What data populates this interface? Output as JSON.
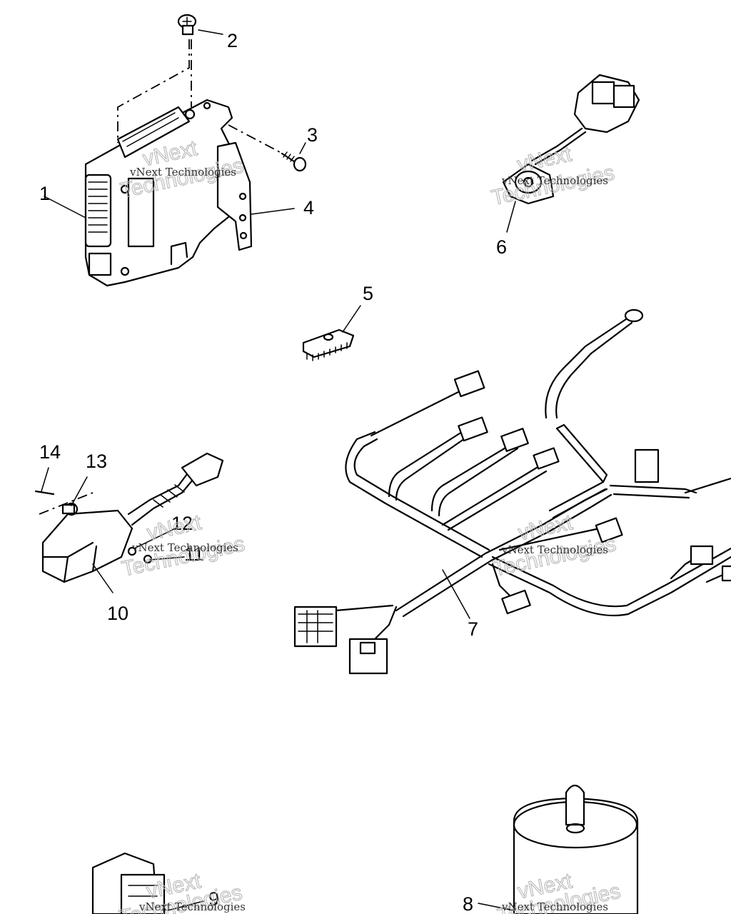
{
  "callouts": {
    "c1": "1",
    "c2": "2",
    "c3": "3",
    "c4": "4",
    "c5": "5",
    "c6": "6",
    "c7": "7",
    "c8": "8",
    "c9": "9",
    "c10": "10",
    "c11": "11",
    "c12": "12",
    "c13": "13",
    "c14": "14"
  },
  "watermark": {
    "small": "vNext Technologies",
    "big_line1": "vNext",
    "big_line2": "Technologies"
  }
}
